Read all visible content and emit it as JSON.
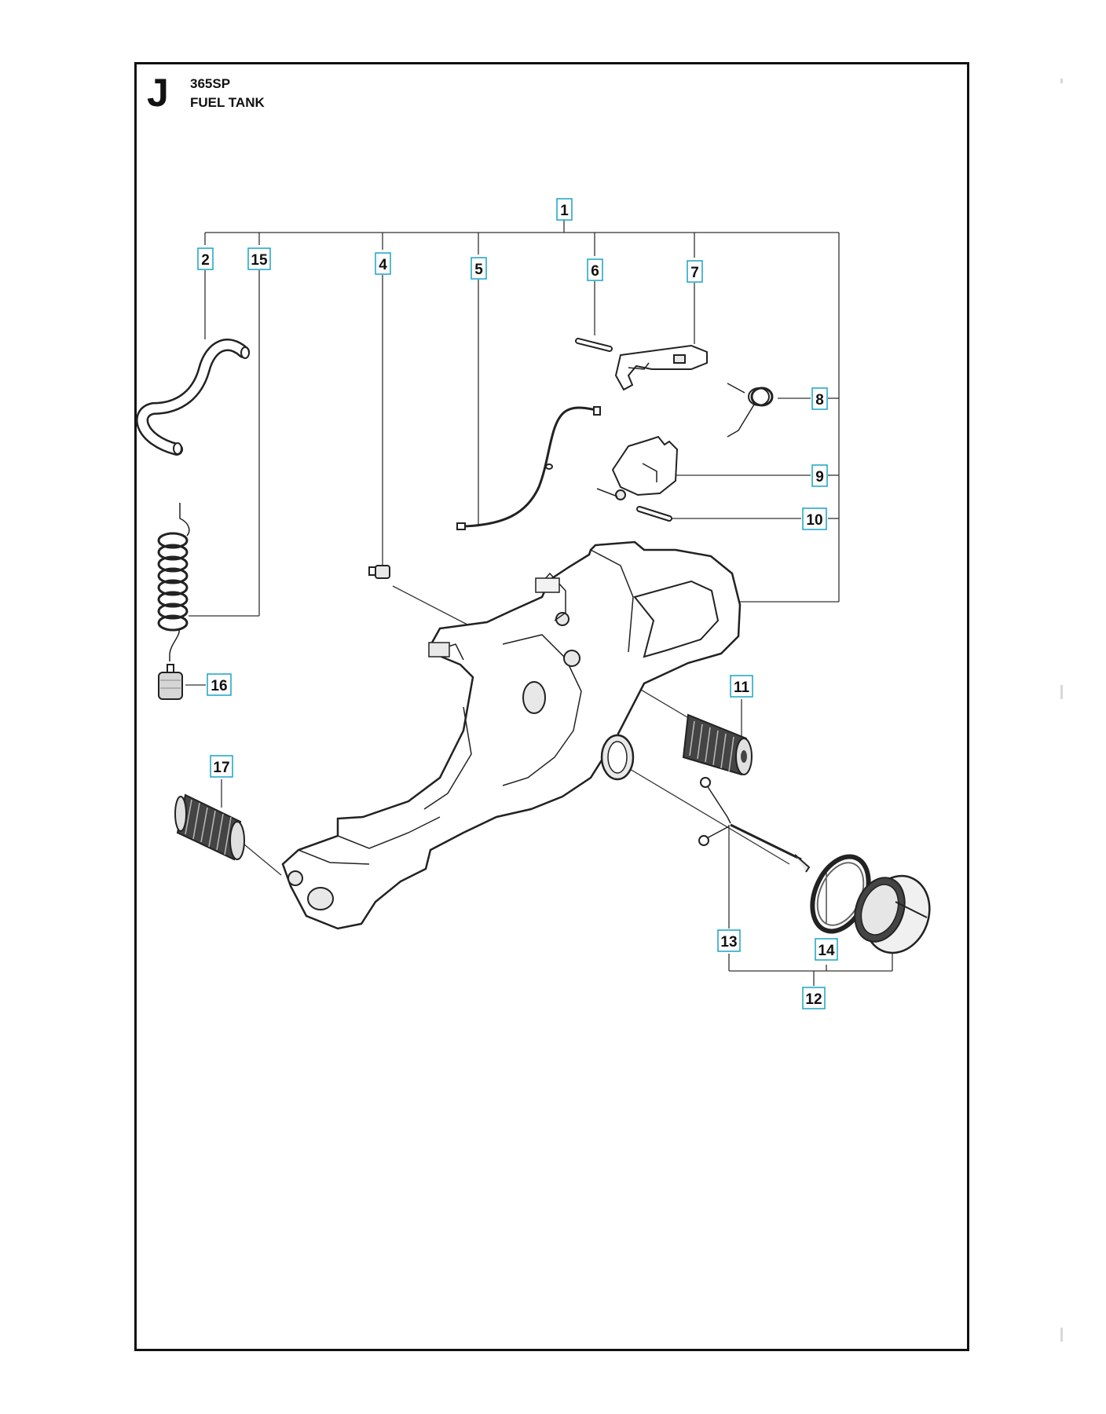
{
  "section_letter": "J",
  "model": "365SP",
  "title": "FUEL TANK",
  "callouts": [
    "1",
    "2",
    "15",
    "4",
    "5",
    "6",
    "7",
    "8",
    "9",
    "10",
    "11",
    "16",
    "17",
    "13",
    "14",
    "12"
  ]
}
